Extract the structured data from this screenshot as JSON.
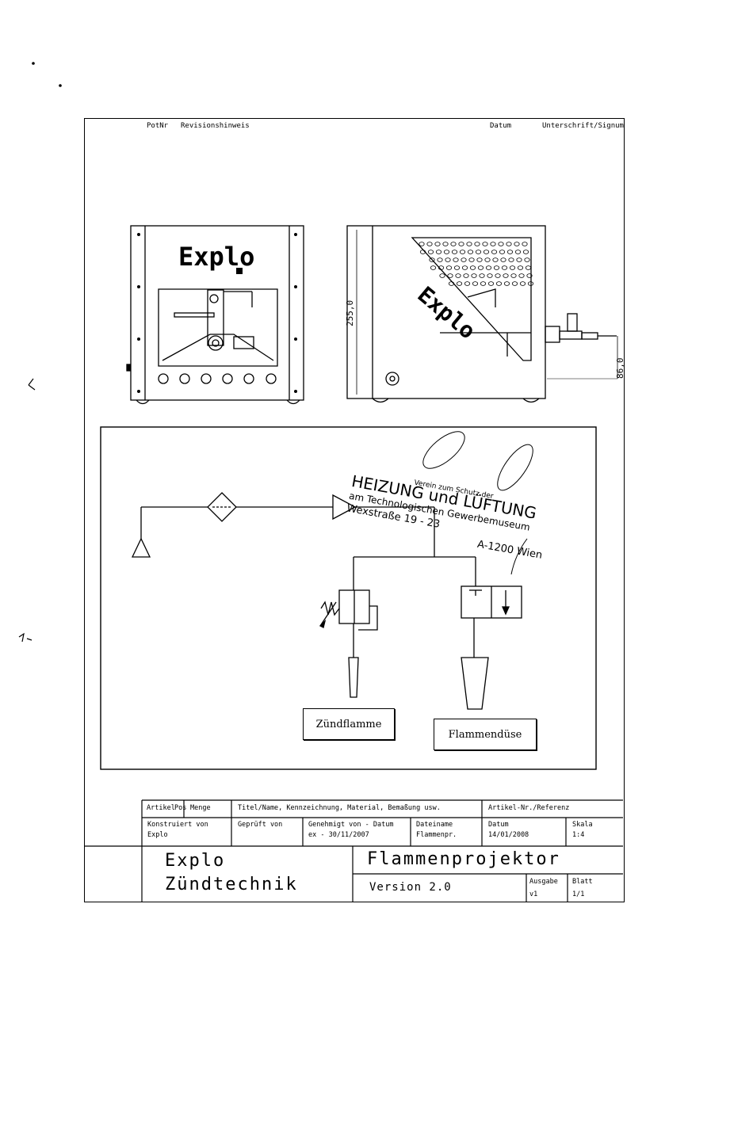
{
  "revision_header": {
    "pos_nr": "PotNr",
    "revision": "Revisionshinweis",
    "date": "Datum",
    "signature": "Unterschrift/Signum"
  },
  "views": {
    "front_logo": "Explo",
    "side_logo": "Explo",
    "dim_height": "255,0",
    "dim_width": "86,0"
  },
  "stamp": {
    "line1": "Verein zum Schutz der",
    "line2": "HEIZUNG und LÜFTUNG",
    "line3": "am Technologischen Gewerbemuseum",
    "line4": "Wexstraße 19 - 23",
    "line5": "A-1200 Wien"
  },
  "schematic": {
    "label_pilot": "Zündflamme",
    "label_nozzle": "Flammendüse"
  },
  "title_block": {
    "col_article": "Artikel",
    "col_position": "Pos",
    "col_quantity": "Menge",
    "col_title": "Titel/Name, Kennzeichnung, Material, Bemaßung usw.",
    "col_ref": "Artikel-Nr./Referenz",
    "designed_by_label": "Konstruiert von",
    "designed_by": "Explo",
    "checked_by_label": "Geprüft von",
    "approved_label": "Genehmigt von - Datum",
    "approved_value": "ex - 30/11/2007",
    "filename_label": "Dateiname",
    "filename": "Flammenpr.",
    "date_label": "Datum",
    "date": "14/01/2008",
    "scale_label": "Skala",
    "scale": "1:4",
    "company_line1": "Explo",
    "company_line2": "Zündtechnik",
    "drawing_title": "Flammenprojektor",
    "version": "Version 2.0",
    "edition_label": "Ausgabe",
    "edition": "v1",
    "sheet_label": "Blatt",
    "sheet": "1/1"
  }
}
